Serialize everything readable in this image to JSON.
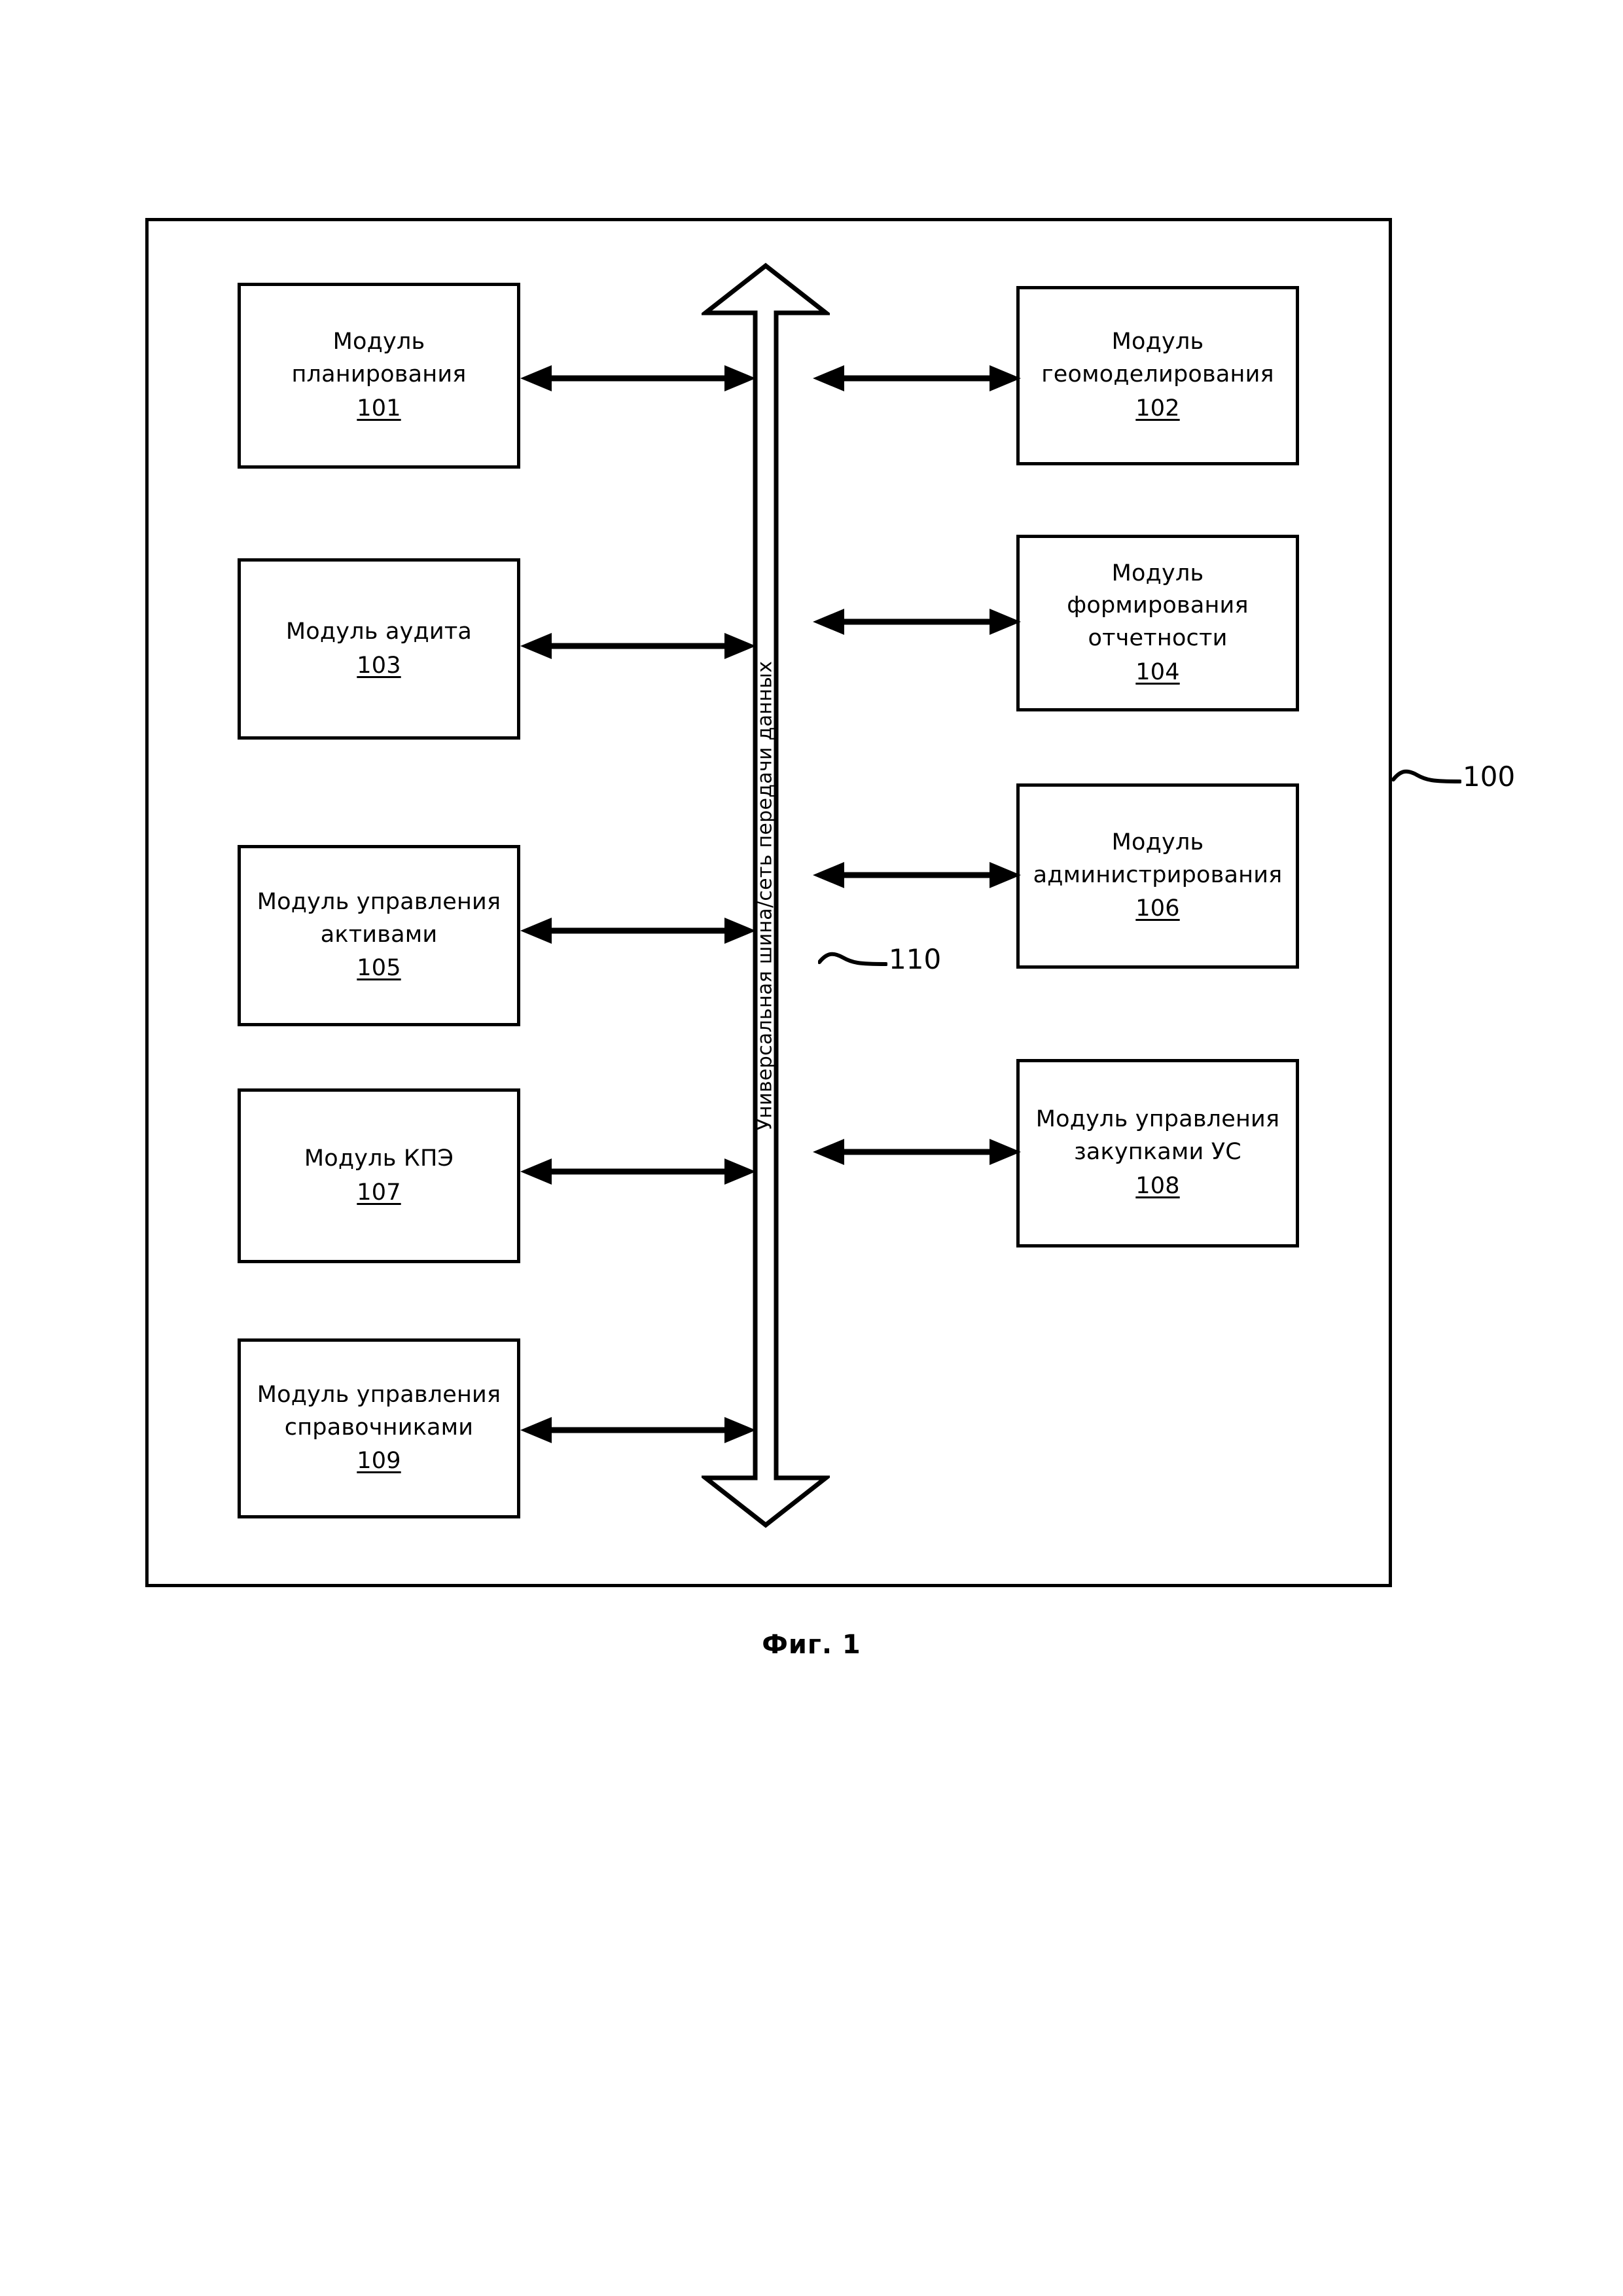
{
  "figure": {
    "caption": "Фиг. 1",
    "system_ref": "100",
    "bus_ref": "110",
    "bus_label": "Универсальная шина/сеть передачи данных"
  },
  "modules": {
    "left": [
      {
        "title": "Модуль планирования",
        "ref": "101"
      },
      {
        "title": "Модуль аудита",
        "ref": "103"
      },
      {
        "title": "Модуль управления\nактивами",
        "ref": "105"
      },
      {
        "title": "Модуль КПЭ",
        "ref": "107"
      },
      {
        "title": "Модуль управления\nсправочниками",
        "ref": "109"
      }
    ],
    "right": [
      {
        "title": "Модуль\nгеомоделирования",
        "ref": "102"
      },
      {
        "title": "Модуль\nформирования\nотчетности",
        "ref": "104"
      },
      {
        "title": "Модуль\nадминистрирования",
        "ref": "106"
      },
      {
        "title": "Модуль управления\nзакупками УС",
        "ref": "108"
      }
    ]
  },
  "colors": {
    "stroke": "#000000",
    "background": "#ffffff"
  }
}
